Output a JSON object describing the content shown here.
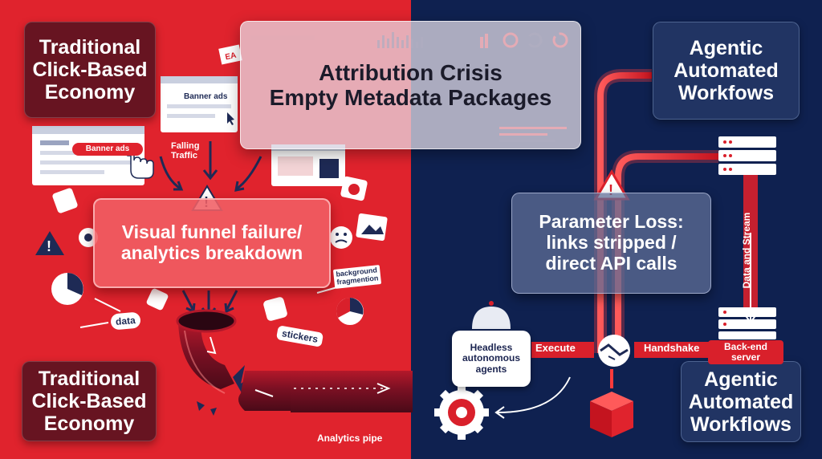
{
  "left": {
    "top_title": "Traditional\nClick-Based\nEconomy",
    "bottom_title": "Traditional\nClick-Based\nEconomy",
    "banner_ads_1": "Banner ads",
    "banner_ads_2": "Banner ads",
    "falling_traffic": "Falling\nTraffic",
    "funnel_failure": "Visual funnel failure/\nanalytics breakdown",
    "background_fragmentation": "background\nfragmention",
    "sticker_data": "data",
    "sticker_stickers": "stickers",
    "analytics_pipe": "Analytics pipe"
  },
  "center": {
    "crisis_title": "Attribution Crisis\nEmpty Metadata Packages"
  },
  "right": {
    "top_title": "Agentic\nAutomated\nWorkfows",
    "bottom_title": "Agentic\nAutomated\nWorkflows",
    "parameter_loss": "Parameter Loss:\nlinks stripped /\ndirect API calls",
    "headless_agents": "Headless\nautonomous\nagents",
    "execute": "Execute",
    "handshake": "Handshake",
    "backend": "Back-end\nserver",
    "data_stream": "Data and Stream"
  },
  "colors": {
    "left_bg": "#e0232d",
    "right_bg": "#0f2150",
    "accent_red": "#e0232d"
  }
}
